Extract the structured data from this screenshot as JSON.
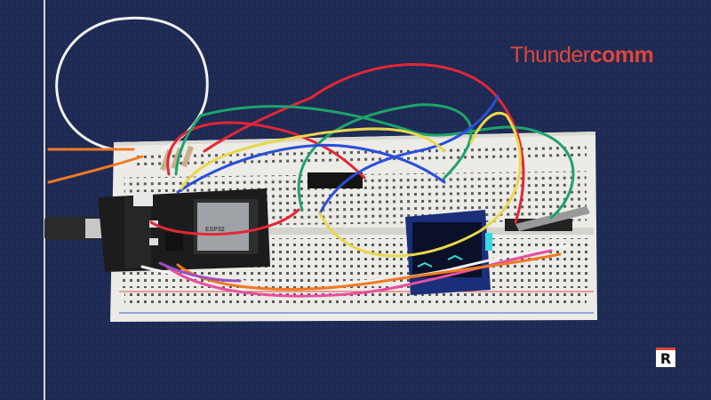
{
  "brand": {
    "prefix": "Thunder",
    "suffix": "comm",
    "color": "#e0463a"
  },
  "corner_logo": {
    "letter": "R",
    "color": "#e0463a"
  },
  "module_chip": {
    "label": "ESP32"
  },
  "colors": {
    "background": "#1e2a52",
    "breadboard": "#ecebe6",
    "board": "#1c1c1c",
    "oled_screen": "#0a1028",
    "wire_red": "#e32636",
    "wire_green": "#1ea36b",
    "wire_blue": "#2b4fd8",
    "wire_yellow": "#e8d84a",
    "wire_orange": "#f07a22",
    "wire_white": "#f2f2f2",
    "wire_pink": "#e64fa0"
  }
}
